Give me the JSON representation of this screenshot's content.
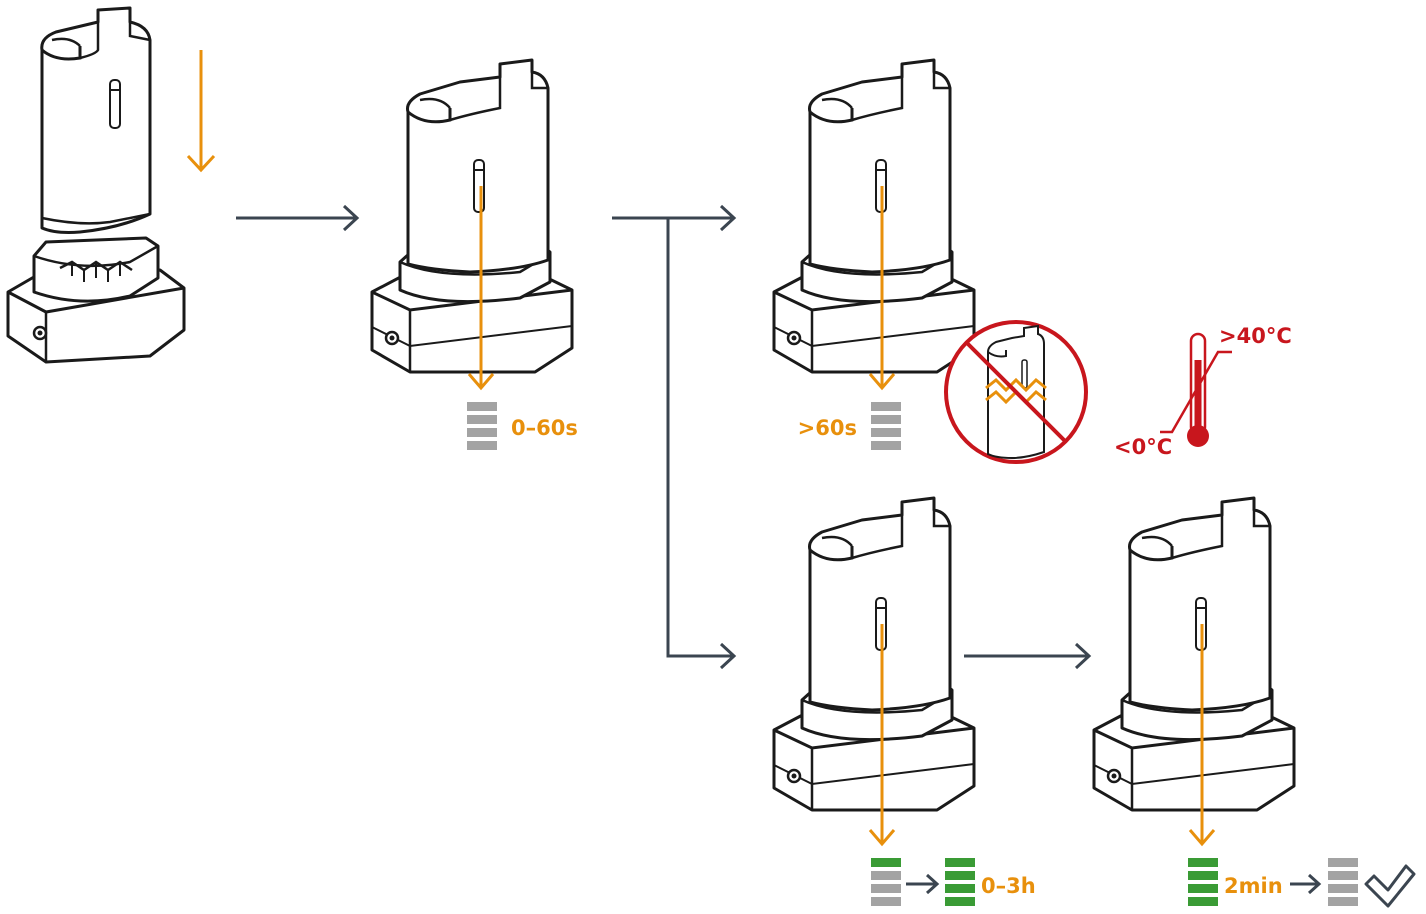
{
  "labels": {
    "step2_time": "0–60s",
    "step3_time": ">60s",
    "temp_high": ">40°C",
    "temp_low": "<0°C",
    "charge_time": "0–3h",
    "cooldown_time": "2min"
  },
  "colors": {
    "orange": "#e8900c",
    "flow": "#3b4550",
    "red": "#c8161d",
    "green": "#3a9b35",
    "gray": "#a3a3a3",
    "line": "#1a1a1a"
  },
  "icons": {
    "device": "battery-charger-dock-icon",
    "no_shake": "no-shaking-icon",
    "thermometer": "thermometer-icon",
    "check": "checkmark-icon"
  }
}
